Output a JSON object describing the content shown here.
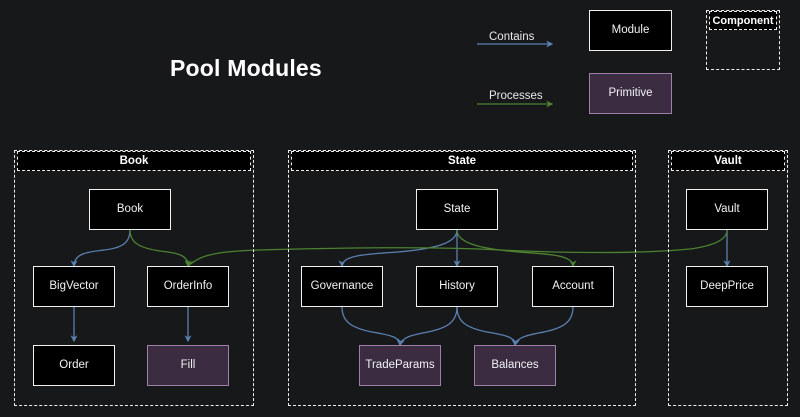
{
  "page": {
    "title": "Pool Modules",
    "background": "#17181a"
  },
  "colors": {
    "contains_arrow": "#5b80af",
    "processes_arrow": "#3f6f2a",
    "module_border": "#f0f0f0",
    "module_fill": "#000000",
    "primitive_fill": "#3b2c41",
    "primitive_border": "#9d7fa8",
    "section_border": "#efefef",
    "text": "#f2f2f3"
  },
  "legend": {
    "contains_label": "Contains",
    "processes_label": "Processes",
    "module_label": "Module",
    "primitive_label": "Primitive",
    "component_label": "Component"
  },
  "sections": [
    {
      "id": "book",
      "label": "Book",
      "nodes": [
        {
          "id": "book-node",
          "label": "Book",
          "type": "module"
        },
        {
          "id": "bigvector",
          "label": "BigVector",
          "type": "module"
        },
        {
          "id": "orderinfo",
          "label": "OrderInfo",
          "type": "module"
        },
        {
          "id": "order",
          "label": "Order",
          "type": "module"
        },
        {
          "id": "fill",
          "label": "Fill",
          "type": "primitive"
        }
      ]
    },
    {
      "id": "state",
      "label": "State",
      "nodes": [
        {
          "id": "state-node",
          "label": "State",
          "type": "module"
        },
        {
          "id": "governance",
          "label": "Governance",
          "type": "module"
        },
        {
          "id": "history",
          "label": "History",
          "type": "module"
        },
        {
          "id": "account",
          "label": "Account",
          "type": "module"
        },
        {
          "id": "tradeparams",
          "label": "TradeParams",
          "type": "primitive"
        },
        {
          "id": "balances",
          "label": "Balances",
          "type": "primitive"
        }
      ]
    },
    {
      "id": "vault",
      "label": "Vault",
      "nodes": [
        {
          "id": "vault-node",
          "label": "Vault",
          "type": "module"
        },
        {
          "id": "deepprice",
          "label": "DeepPrice",
          "type": "module"
        }
      ]
    }
  ],
  "edges": [
    {
      "from": "book-node",
      "to": "bigvector",
      "kind": "contains"
    },
    {
      "from": "book-node",
      "to": "orderinfo",
      "kind": "processes"
    },
    {
      "from": "bigvector",
      "to": "order",
      "kind": "contains"
    },
    {
      "from": "orderinfo",
      "to": "fill",
      "kind": "contains"
    },
    {
      "from": "state-node",
      "to": "governance",
      "kind": "contains"
    },
    {
      "from": "state-node",
      "to": "history",
      "kind": "contains"
    },
    {
      "from": "state-node",
      "to": "account",
      "kind": "processes"
    },
    {
      "from": "governance",
      "to": "tradeparams",
      "kind": "contains"
    },
    {
      "from": "history",
      "to": "tradeparams",
      "kind": "contains"
    },
    {
      "from": "history",
      "to": "balances",
      "kind": "contains"
    },
    {
      "from": "account",
      "to": "balances",
      "kind": "contains"
    },
    {
      "from": "vault-node",
      "to": "deepprice",
      "kind": "contains"
    },
    {
      "from": "vault-node",
      "to": "orderinfo",
      "kind": "processes"
    }
  ]
}
